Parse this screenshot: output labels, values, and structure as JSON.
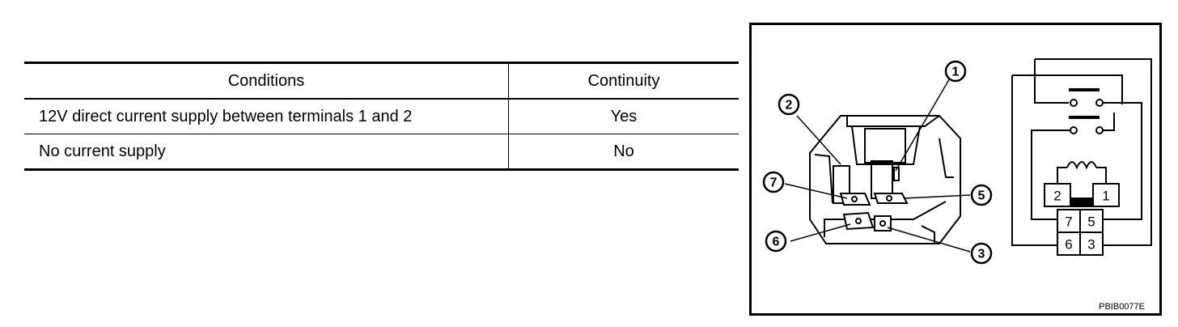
{
  "table": {
    "headers": [
      "Conditions",
      "Continuity"
    ],
    "rows": [
      [
        "12V direct current supply between terminals 1 and 2",
        "Yes"
      ],
      [
        "No current supply",
        "No"
      ]
    ]
  },
  "figure": {
    "callouts": [
      "1",
      "2",
      "3",
      "5",
      "6",
      "7"
    ],
    "schematic_terminals": [
      "2",
      "1",
      "7",
      "5",
      "6",
      "3"
    ],
    "code": "PBIB0077E"
  }
}
